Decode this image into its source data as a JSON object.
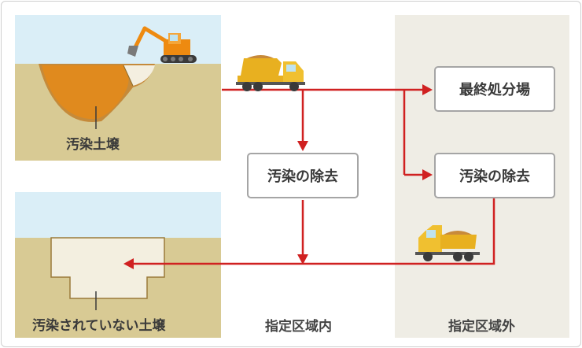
{
  "contaminated_soil_label": "汚染土壌",
  "clean_soil_label": "汚染されていない土壌",
  "box_remove_inside": "汚染の除去",
  "box_landfill": "最終処分場",
  "box_remove_outside": "汚染の除去",
  "zone_inside_label": "指定区域内",
  "zone_outside_label": "指定区域外",
  "colors": {
    "arrow": "#d02121",
    "sky": "#daeef7",
    "ground": "#d8ca94",
    "contaminated": "#e08a1e",
    "truck_body": "#e8b020",
    "excavator": "#ee8a10",
    "outer_zone": "#efede5"
  }
}
